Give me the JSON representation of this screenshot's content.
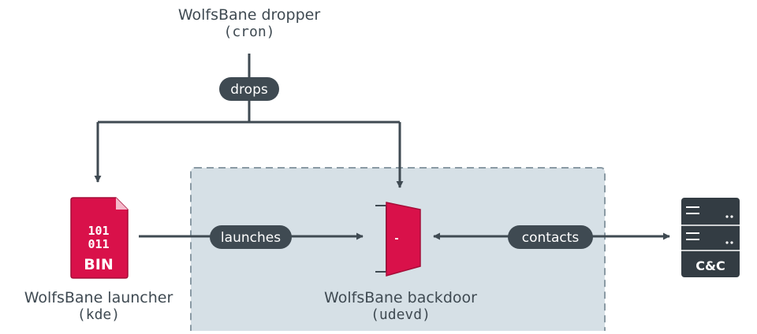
{
  "nodes": {
    "dropper": {
      "name": "WolfsBane dropper",
      "process": "(cron)"
    },
    "launcher": {
      "name": "WolfsBane launcher",
      "process": "(kde)",
      "icon": "bin-file-icon",
      "icon_text": "BIN",
      "bits_row1": "101",
      "bits_row2": "011"
    },
    "backdoor": {
      "name": "WolfsBane backdoor",
      "process": "(udevd)",
      "icon": "open-door-icon"
    },
    "cnc": {
      "label": "C&C",
      "icon": "server-icon"
    }
  },
  "edges": {
    "drops": "drops",
    "launches": "launches",
    "contacts": "contacts"
  },
  "colors": {
    "line": "#3f4a52",
    "accent": "#d9114a",
    "accent_dark": "#a50d38",
    "pill": "#3f4a52",
    "region_fill": "#d6e0e6",
    "region_border": "#8a9aa4",
    "server": "#333c43"
  }
}
